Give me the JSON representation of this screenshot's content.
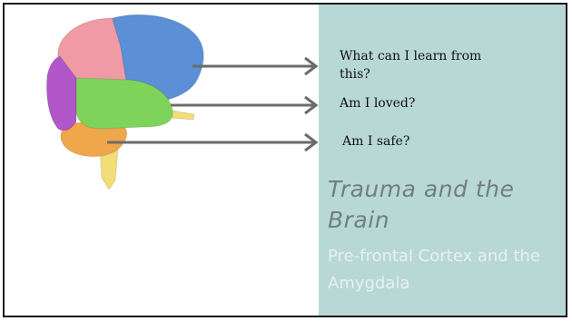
{
  "slide": {
    "questions": [
      {
        "text": "What can I learn from this?"
      },
      {
        "text": "Am I loved?"
      },
      {
        "text": "Am I safe?"
      }
    ],
    "title": "Trauma and the Brain",
    "subtitle": "Pre-frontal Cortex and the Amygdala"
  },
  "colors": {
    "panel": "#b8d8d6",
    "frontal_lobe": "#f09aa6",
    "parietal_lobe": "#5b8fd6",
    "occipital_lobe": "#b157c9",
    "temporal_lobe": "#7ed35a",
    "cerebellum": "#f0a64b",
    "brainstem": "#f3dd77",
    "arrow": "#6b6b6b"
  },
  "icons": {
    "illustration": "brain-illustration",
    "arrow": "arrow-right-icon"
  }
}
